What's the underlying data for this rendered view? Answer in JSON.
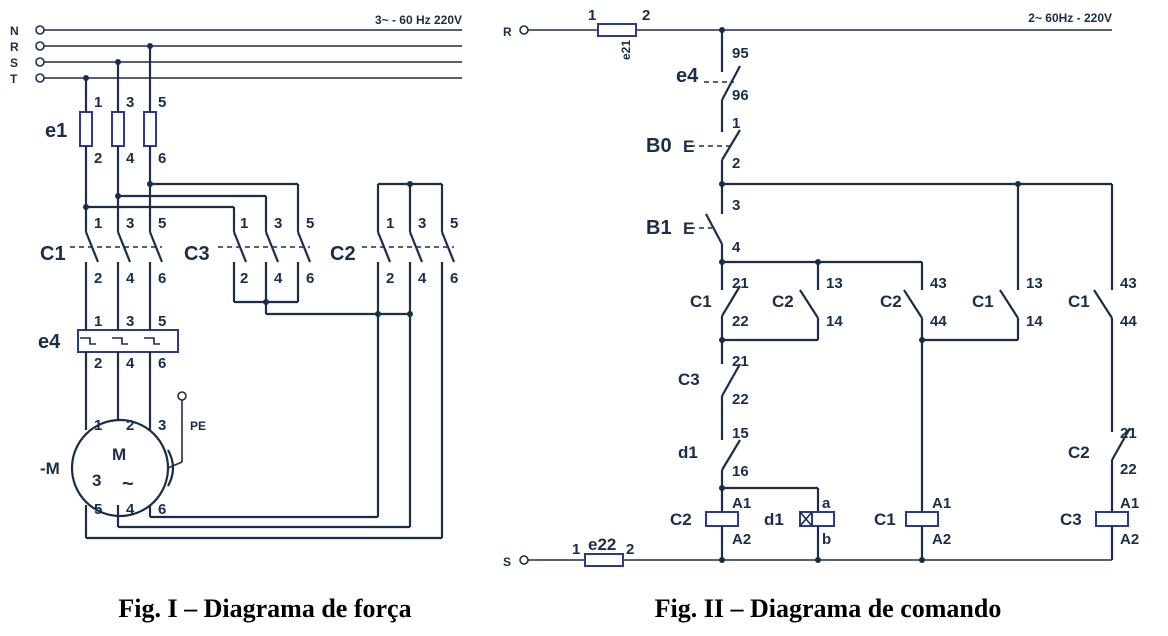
{
  "power": {
    "bus_labels": [
      "N",
      "R",
      "S",
      "T"
    ],
    "supply": "3~ - 60 Hz 220V",
    "e1": "e1",
    "c1": "C1",
    "c2": "C2",
    "c3": "C3",
    "e4": "e4",
    "motor_label": "-M",
    "motor_m": "M",
    "motor_3": "3",
    "motor_tilde": "~",
    "pe": "PE",
    "terminals": [
      "1",
      "2",
      "3",
      "4",
      "5",
      "6"
    ],
    "caption": "Fig. I – Diagrama de força"
  },
  "control": {
    "r": "R",
    "s": "S",
    "supply": "2~ 60Hz - 220V",
    "e21": "e21",
    "e22": "e22",
    "e4": "e4",
    "b0": "B0",
    "b1": "B1",
    "btn": "E",
    "c1": "C1",
    "c2": "C2",
    "c3": "C3",
    "d1": "d1",
    "nums": {
      "n1": "1",
      "n2": "2",
      "n3": "3",
      "n4": "4",
      "n95": "95",
      "n96": "96",
      "n13": "13",
      "n14": "14",
      "n15": "15",
      "n16": "16",
      "n21": "21",
      "n22": "22",
      "n43": "43",
      "n44": "44",
      "a1": "A1",
      "a2": "A2",
      "a": "a",
      "b": "b"
    },
    "caption": "Fig. II – Diagrama de comando"
  }
}
